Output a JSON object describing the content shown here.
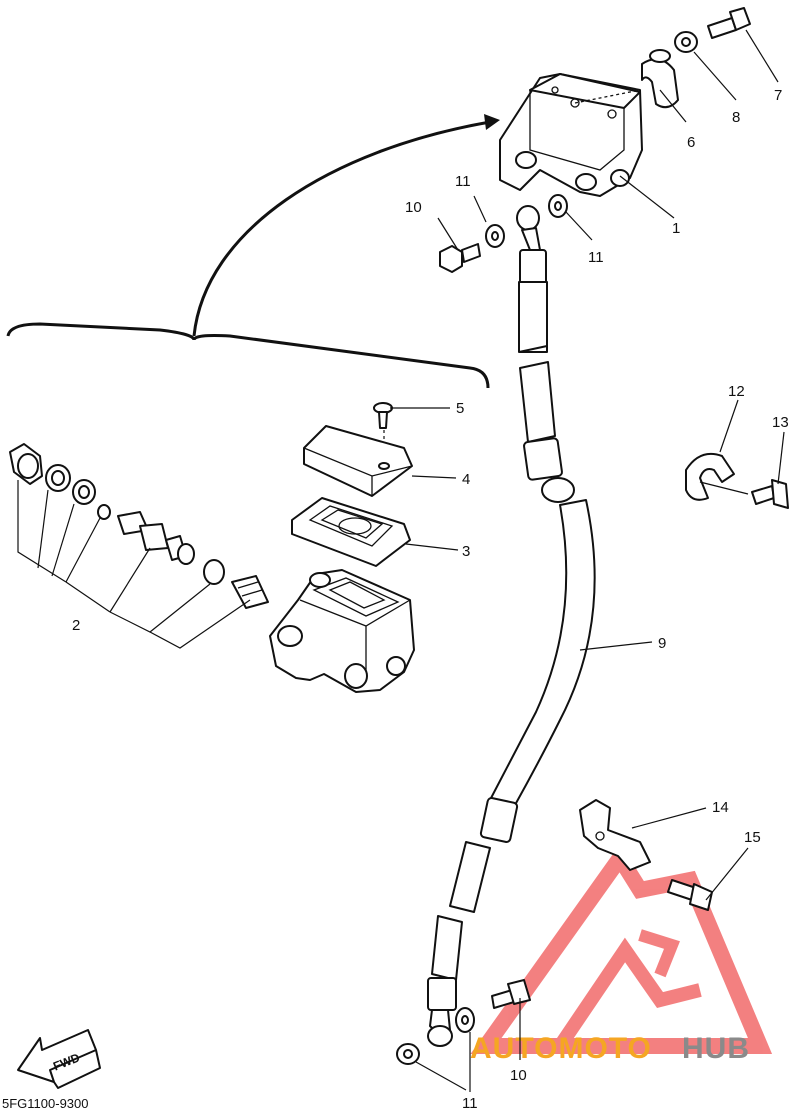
{
  "diagram": {
    "callouts": [
      {
        "id": "c1",
        "label": "1"
      },
      {
        "id": "c2",
        "label": "2"
      },
      {
        "id": "c3",
        "label": "3"
      },
      {
        "id": "c4",
        "label": "4"
      },
      {
        "id": "c5",
        "label": "5"
      },
      {
        "id": "c6",
        "label": "6"
      },
      {
        "id": "c7",
        "label": "7"
      },
      {
        "id": "c8",
        "label": "8"
      },
      {
        "id": "c9",
        "label": "9"
      },
      {
        "id": "c10a",
        "label": "10"
      },
      {
        "id": "c10b",
        "label": "10"
      },
      {
        "id": "c11a",
        "label": "11"
      },
      {
        "id": "c11b",
        "label": "11"
      },
      {
        "id": "c11c",
        "label": "11"
      },
      {
        "id": "c12",
        "label": "12"
      },
      {
        "id": "c13",
        "label": "13"
      },
      {
        "id": "c14",
        "label": "14"
      },
      {
        "id": "c15",
        "label": "15"
      }
    ],
    "fwd_label": "FWD",
    "diagram_code": "5FG1100-9300"
  },
  "watermark": {
    "text_orange": "AUTOMOTO",
    "text_gray": "HUB",
    "colors": {
      "red": "#f26b6b",
      "orange": "#f5a623",
      "gray": "#8a8a8a"
    }
  }
}
